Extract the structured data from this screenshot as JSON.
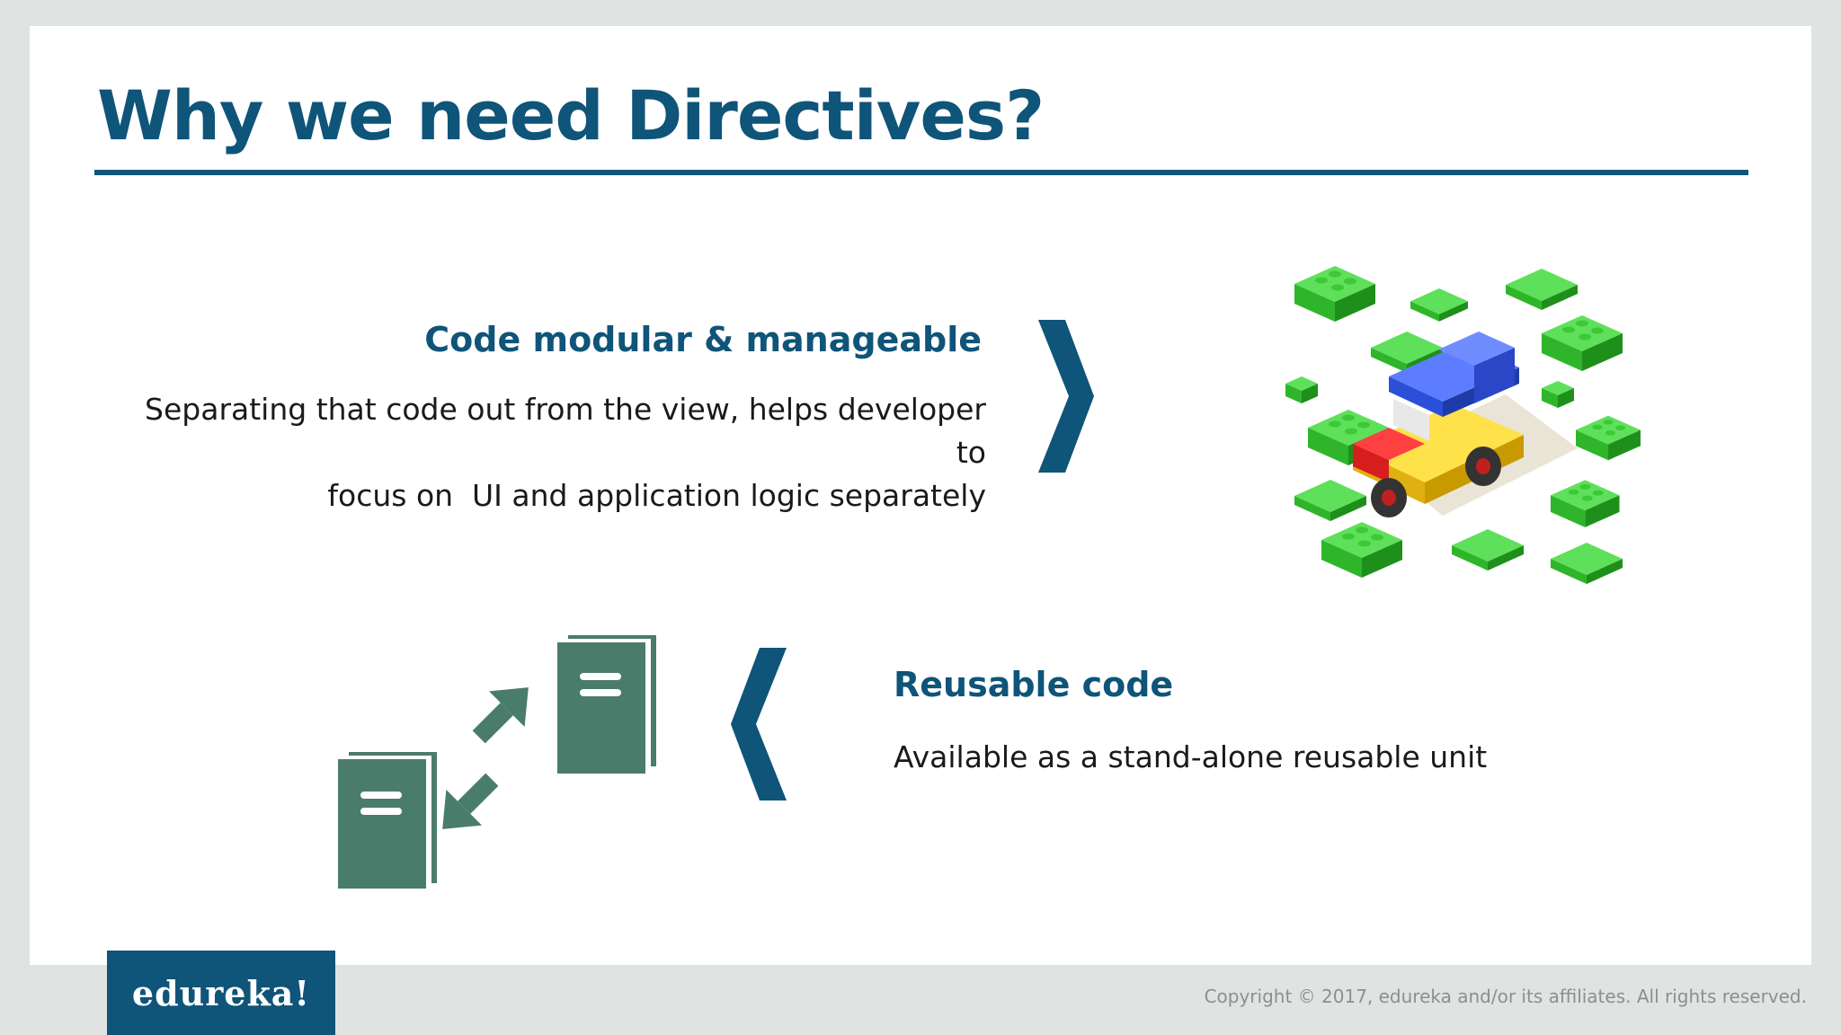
{
  "slide": {
    "title": "Why we need Directives?",
    "point_1": {
      "heading": "Code modular & manageable",
      "line_1": "Separating that code out from the view, helps developer to",
      "line_2": "focus on  UI and application logic separately"
    },
    "point_2": {
      "heading": "Reusable code",
      "text": "Available as a stand-alone reusable unit"
    }
  },
  "footer": {
    "logo_text": "edureka!",
    "copyright": "Copyright © 2017, edureka and/or its affiliates. All rights reserved."
  },
  "colors": {
    "brand_blue": "#0f5479",
    "icon_green": "#4a7c6b",
    "lego_green": "#2fb52a",
    "background": "#dfe4e3"
  },
  "icons": [
    "chevron-right-icon",
    "chevron-left-icon",
    "lego-blocks-image",
    "document-exchange-icon"
  ]
}
